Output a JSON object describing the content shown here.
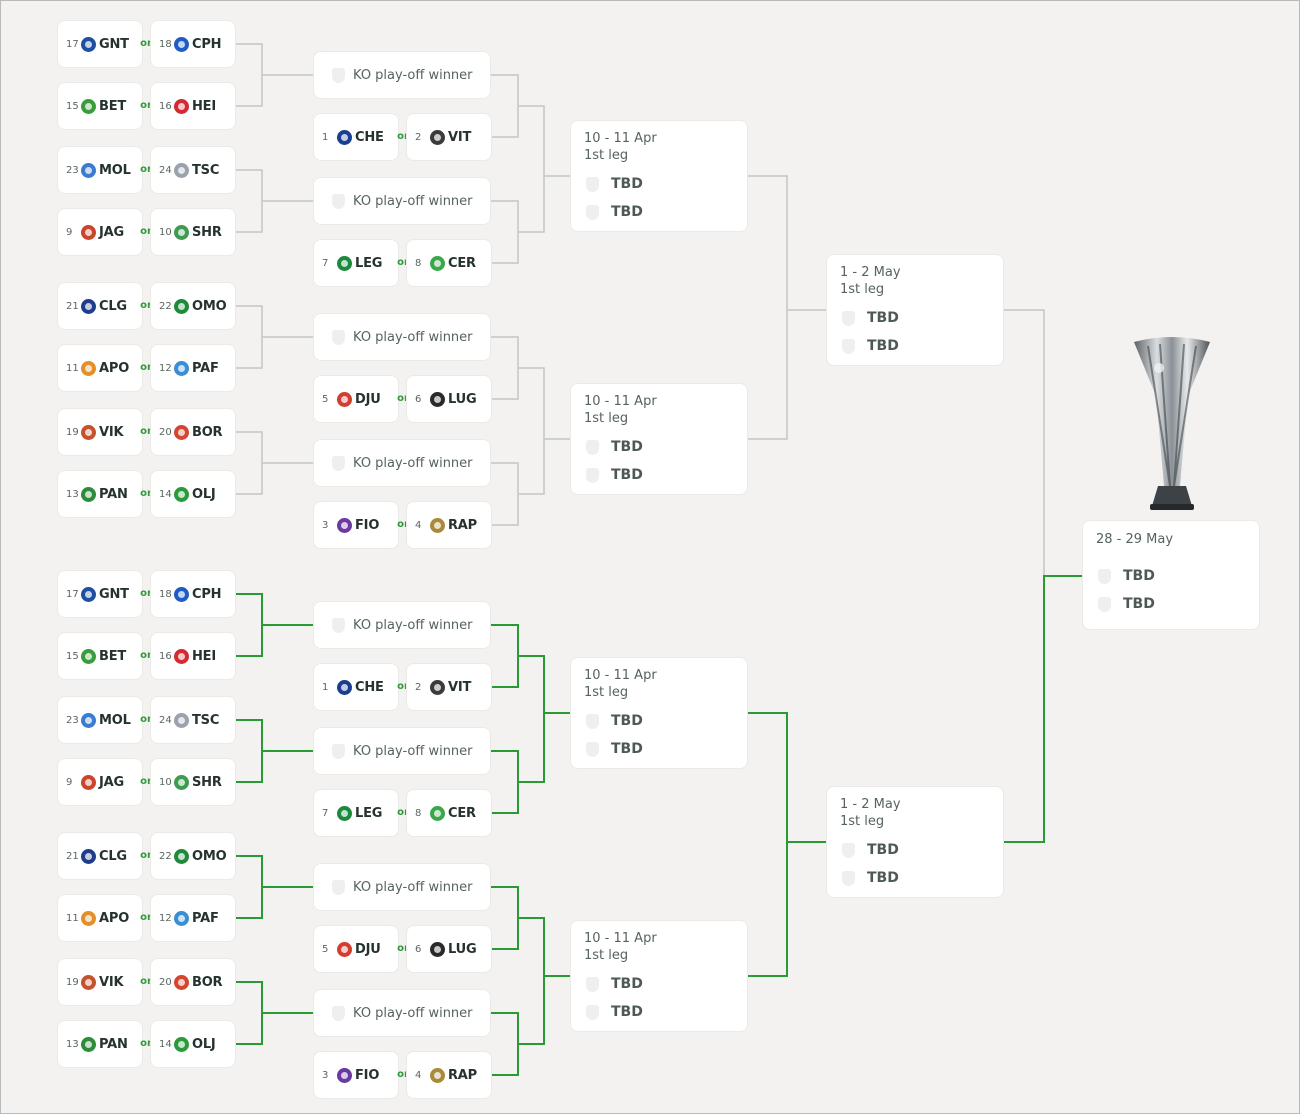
{
  "labels": {
    "or": "or",
    "ko_winner": "KO play-off winner",
    "tbd": "TBD",
    "first_leg": "1st leg"
  },
  "colors": {
    "neutral_line": "#c3c6c4",
    "highlight_line": "#2a9b33",
    "background": "#f3f2f0",
    "card": "#ffffff"
  },
  "teams": {
    "GNT": {
      "seed": "17",
      "abbr": "GNT",
      "color": "#1f4fa0"
    },
    "CPH": {
      "seed": "18",
      "abbr": "CPH",
      "color": "#1e5cc8"
    },
    "BET": {
      "seed": "15",
      "abbr": "BET",
      "color": "#3a9c3a"
    },
    "HEI": {
      "seed": "16",
      "abbr": "HEI",
      "color": "#d52a33"
    },
    "CHE": {
      "seed": "1",
      "abbr": "CHE",
      "color": "#1a3f92"
    },
    "VIT": {
      "seed": "2",
      "abbr": "VIT",
      "color": "#3b3b3b"
    },
    "MOL": {
      "seed": "23",
      "abbr": "MOL",
      "color": "#3b7bd0"
    },
    "TSC": {
      "seed": "24",
      "abbr": "TSC",
      "color": "#9aa3ad"
    },
    "JAG": {
      "seed": "9",
      "abbr": "JAG",
      "color": "#c9452b"
    },
    "SHR": {
      "seed": "10",
      "abbr": "SHR",
      "color": "#3d9b52"
    },
    "LEG": {
      "seed": "7",
      "abbr": "LEG",
      "color": "#1c8a3c"
    },
    "CER": {
      "seed": "8",
      "abbr": "CER",
      "color": "#3aa84a"
    },
    "CLG": {
      "seed": "21",
      "abbr": "CLG",
      "color": "#1f3d8a"
    },
    "OMO": {
      "seed": "22",
      "abbr": "OMO",
      "color": "#1f8a3c"
    },
    "APO": {
      "seed": "11",
      "abbr": "APO",
      "color": "#e3902a"
    },
    "PAF": {
      "seed": "12",
      "abbr": "PAF",
      "color": "#3a8ed4"
    },
    "DJU": {
      "seed": "5",
      "abbr": "DJU",
      "color": "#d33e2f"
    },
    "LUG": {
      "seed": "6",
      "abbr": "LUG",
      "color": "#2a2a2a"
    },
    "VIK": {
      "seed": "19",
      "abbr": "VIK",
      "color": "#c4522d"
    },
    "BOR": {
      "seed": "20",
      "abbr": "BOR",
      "color": "#d4462f"
    },
    "PAN": {
      "seed": "13",
      "abbr": "PAN",
      "color": "#2e8b3a"
    },
    "OLJ": {
      "seed": "14",
      "abbr": "OLJ",
      "color": "#2a9b3a"
    },
    "FIO": {
      "seed": "3",
      "abbr": "FIO",
      "color": "#6a3aa0"
    },
    "RAP": {
      "seed": "4",
      "abbr": "RAP",
      "color": "#a88a3a"
    }
  },
  "ko_groups": [
    {
      "pairs": [
        [
          "GNT",
          "CPH"
        ],
        [
          "BET",
          "HEI"
        ]
      ],
      "seeded": [
        "CHE",
        "VIT"
      ]
    },
    {
      "pairs": [
        [
          "MOL",
          "TSC"
        ],
        [
          "JAG",
          "SHR"
        ]
      ],
      "seeded": [
        "LEG",
        "CER"
      ]
    },
    {
      "pairs": [
        [
          "CLG",
          "OMO"
        ],
        [
          "APO",
          "PAF"
        ]
      ],
      "seeded": [
        "DJU",
        "LUG"
      ]
    },
    {
      "pairs": [
        [
          "VIK",
          "BOR"
        ],
        [
          "PAN",
          "OLJ"
        ]
      ],
      "seeded": [
        "FIO",
        "RAP"
      ]
    }
  ],
  "quarter_finals": [
    {
      "date": "10 - 11 Apr",
      "leg": "1st leg",
      "teams": [
        "TBD",
        "TBD"
      ]
    },
    {
      "date": "10 - 11 Apr",
      "leg": "1st leg",
      "teams": [
        "TBD",
        "TBD"
      ]
    }
  ],
  "semi_final": {
    "date": "1 - 2 May",
    "leg": "1st leg",
    "teams": [
      "TBD",
      "TBD"
    ]
  },
  "final": {
    "date": "28 - 29 May",
    "teams": [
      "TBD",
      "TBD"
    ]
  },
  "trophy_icon": "uefa-conference-league-trophy-icon"
}
